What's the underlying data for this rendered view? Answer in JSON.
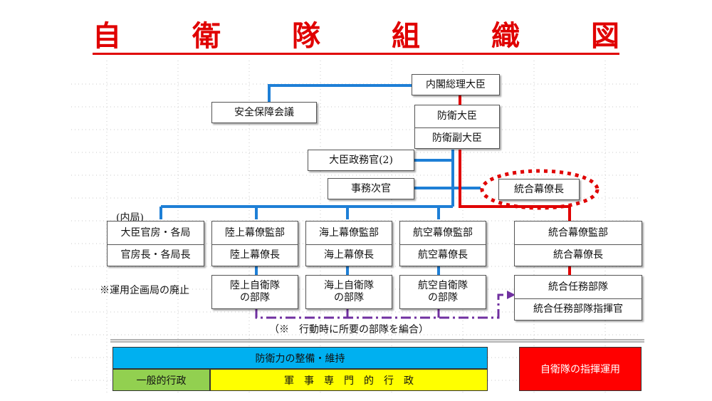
{
  "title_chars": [
    "自",
    "衛",
    "隊",
    "組",
    "織",
    "図"
  ],
  "boxes": {
    "prime_minister": "内閣総理大臣",
    "security_council": "安全保障会議",
    "defense_minister": "防衛大臣",
    "vice_minister": "防衛副大臣",
    "parliamentary_secretary": "大臣政務官(2)",
    "vice_minister_admin": "事務次官",
    "chief_joint_staff": "統合幕僚長",
    "internal_bureau_label": "(内局)",
    "secretariat": "大臣官房・各局",
    "bureau_directors": "官房長・各局長",
    "ops_planning_note": "※運用企画局の廃止",
    "gsdf_staff_office": "陸上幕僚監部",
    "gsdf_chief": "陸上幕僚長",
    "gsdf_units_line1": "陸上自衛隊",
    "gsdf_units_line2": "の部隊",
    "msdf_staff_office": "海上幕僚監部",
    "msdf_chief": "海上幕僚長",
    "msdf_units_line1": "海上自衛隊",
    "msdf_units_line2": "の部隊",
    "asdf_staff_office": "航空幕僚監部",
    "asdf_chief": "航空幕僚長",
    "asdf_units_line1": "航空自衛隊",
    "asdf_units_line2": "の部隊",
    "joint_staff_office": "統合幕僚監部",
    "joint_chief": "統合幕僚長",
    "joint_task_force": "統合任務部隊",
    "joint_task_force_commander": "統合任務部隊指揮官",
    "organize_note": "（※　行動時に所要の部隊を編合）"
  },
  "bottom": {
    "maintenance": "防衛力の整備・維持",
    "general_admin": "一般的行政",
    "military_admin": "軍　事　専　門　的　行　政",
    "command_operation": "自衛隊の指揮運用"
  },
  "colors": {
    "title": "#e00000",
    "blue_line": "#1e7fd6",
    "red_line": "#e00000",
    "purple_line": "#7030a0",
    "bar_blue": "#00b0f0",
    "bar_green": "#92d050",
    "bar_yellow": "#ffff00",
    "bar_red": "#ff0000"
  }
}
